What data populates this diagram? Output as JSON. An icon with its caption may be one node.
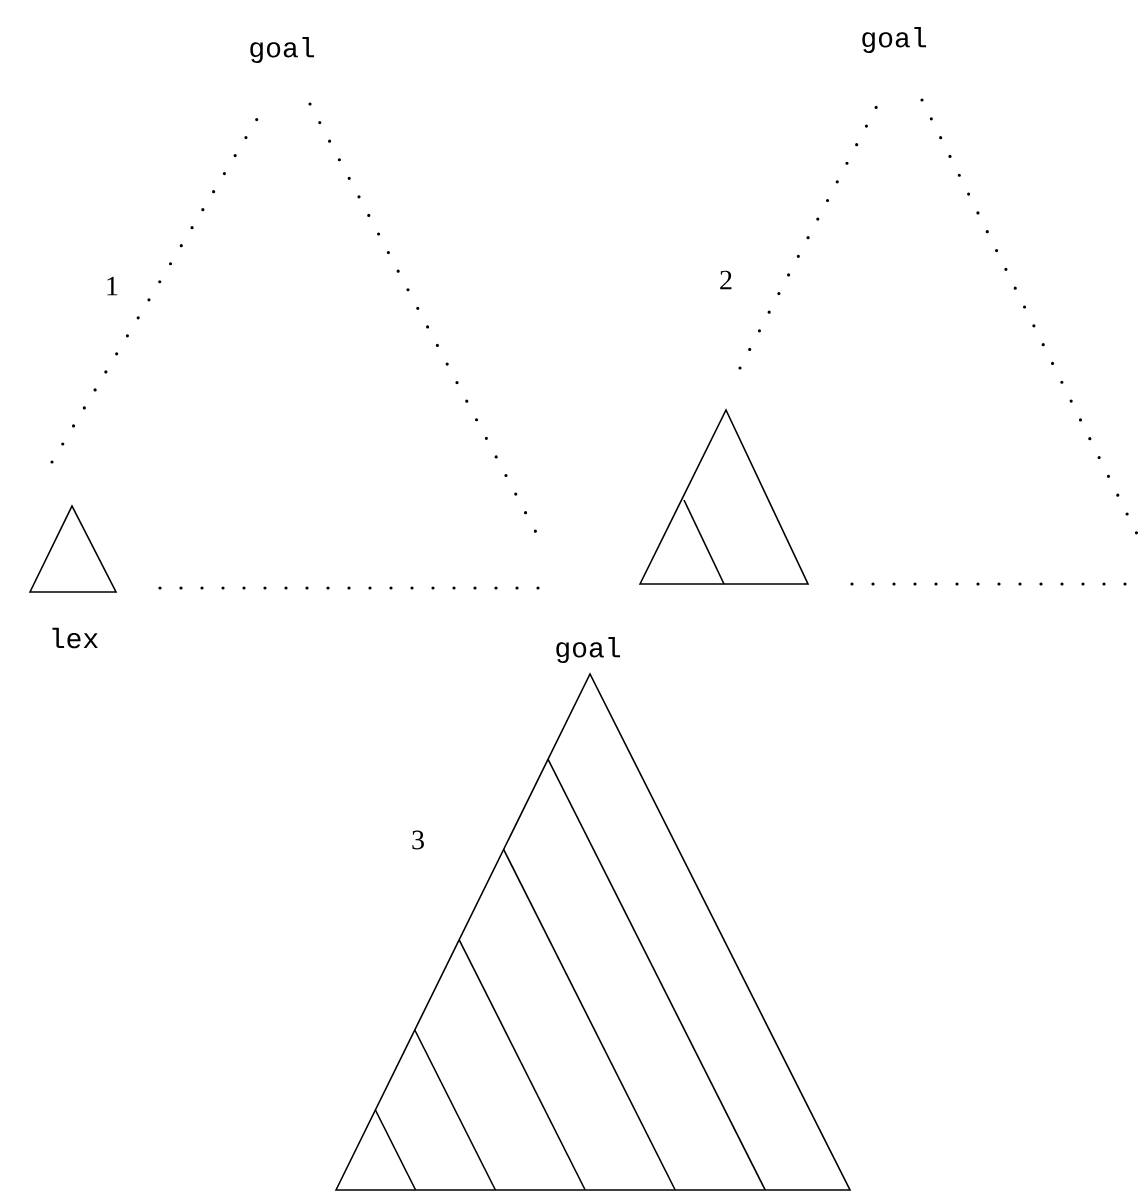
{
  "diagram": {
    "labels": [
      "goal",
      "goal",
      "1",
      "2",
      "lex",
      "goal",
      "3"
    ]
  }
}
